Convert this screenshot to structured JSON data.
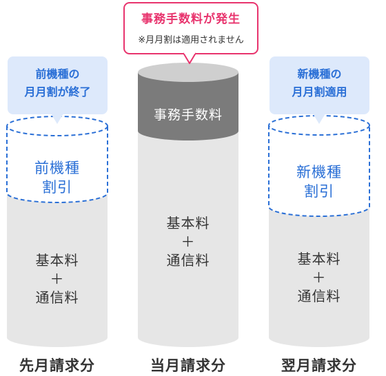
{
  "columns": [
    {
      "label": "先月請求分",
      "callout": {
        "line1": "前機種の",
        "line2": "月月割が終了"
      },
      "discount": {
        "line1": "前機種",
        "line2": "割引"
      },
      "base": {
        "line1": "基本料",
        "line2": "＋",
        "line3": "通信料"
      }
    },
    {
      "label": "当月請求分",
      "callout": {
        "title": "事務手数料が発生",
        "note": "※月月割は適用されません"
      },
      "fee": "事務手数料",
      "base": {
        "line1": "基本料",
        "line2": "＋",
        "line3": "通信料"
      }
    },
    {
      "label": "翌月請求分",
      "callout": {
        "line1": "新機種の",
        "line2": "月月割適用"
      },
      "discount": {
        "line1": "新機種",
        "line2": "割引"
      },
      "base": {
        "line1": "基本料",
        "line2": "＋",
        "line3": "通信料"
      }
    }
  ],
  "colors": {
    "cylinder_body": "#e6e6e6",
    "cylinder_top": "#cfcfcf",
    "fee_body": "#7b7b7b",
    "callout_blue_bg": "#dde9fb",
    "accent_blue": "#2a6fd6",
    "accent_pink": "#e8336d"
  }
}
